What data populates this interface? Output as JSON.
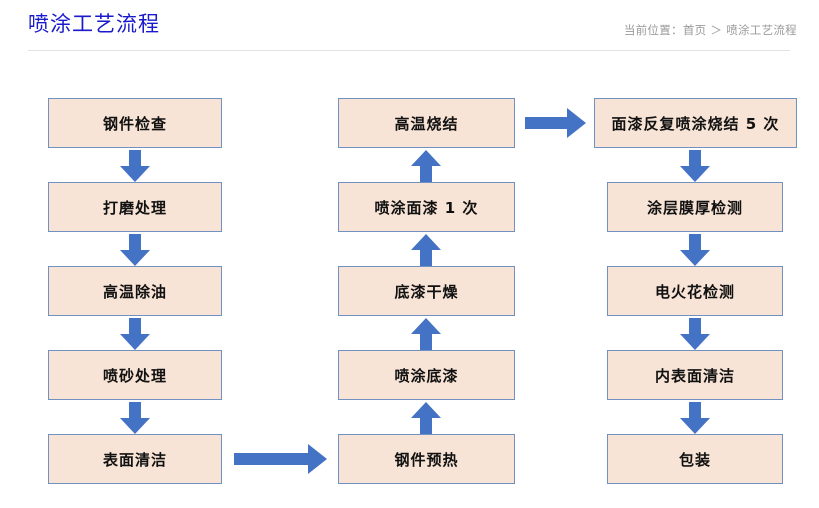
{
  "header": {
    "title": "喷涂工艺流程",
    "breadcrumb_prefix": "当前位置：",
    "breadcrumb_home": "首页",
    "breadcrumb_separator": "＞",
    "breadcrumb_current": "喷涂工艺流程"
  },
  "colors": {
    "title": "#1a1acc",
    "breadcrumb": "#9a9a9a",
    "box_fill": "#f8e4d6",
    "box_border": "#7391c0",
    "arrow": "#4472c4",
    "divider": "#e2e2e2"
  },
  "chart_data": {
    "type": "diagram",
    "title": "喷涂工艺流程",
    "columns": [
      {
        "name": "column-1",
        "direction": "down",
        "steps": [
          "钢件检查",
          "打磨处理",
          "高温除油",
          "喷砂处理",
          "表面清洁"
        ]
      },
      {
        "name": "column-2",
        "direction": "up",
        "steps": [
          "高温烧结",
          "喷涂面漆 1 次",
          "底漆干燥",
          "喷涂底漆",
          "钢件预热"
        ]
      },
      {
        "name": "column-3",
        "direction": "down",
        "steps": [
          "面漆反复喷涂烧结 5 次",
          "涂层膜厚检测",
          "电火花检测",
          "内表面清洁",
          "包装"
        ]
      }
    ],
    "connectors": [
      {
        "from": "表面清洁",
        "to": "钢件预热",
        "direction": "right",
        "position": "bottom"
      },
      {
        "from": "高温烧结",
        "to": "面漆反复喷涂烧结 5 次",
        "direction": "right",
        "position": "top"
      }
    ]
  },
  "boxes": {
    "c1": {
      "b1": "钢件检查",
      "b2": "打磨处理",
      "b3": "高温除油",
      "b4": "喷砂处理",
      "b5": "表面清洁"
    },
    "c2": {
      "b1": "高温烧结",
      "b2": "喷涂面漆 1 次",
      "b3": "底漆干燥",
      "b4": "喷涂底漆",
      "b5": "钢件预热"
    },
    "c3": {
      "b1": "面漆反复喷涂烧结 5 次",
      "b2": "涂层膜厚检测",
      "b3": "电火花检测",
      "b4": "内表面清洁",
      "b5": "包装"
    }
  }
}
